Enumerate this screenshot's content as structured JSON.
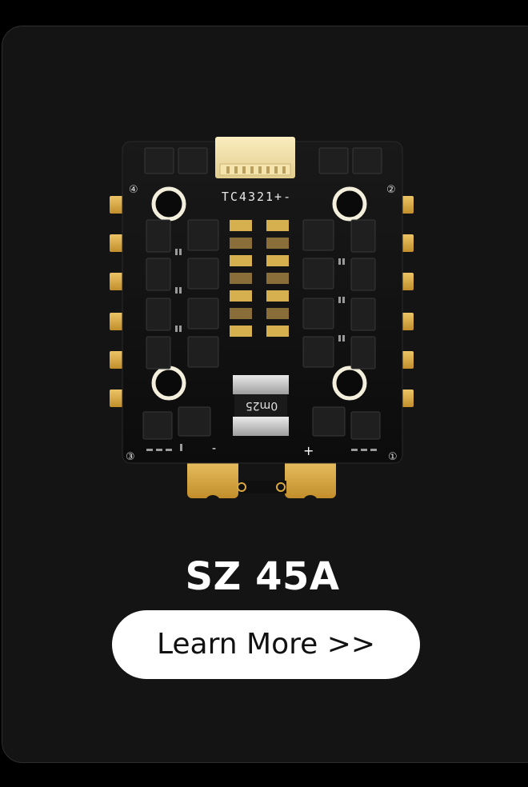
{
  "product": {
    "name": "SZ 45A",
    "board": {
      "connector_label": "TC4321+-",
      "shunt_label": "0m25",
      "motor_markers": [
        "④",
        "②",
        "③",
        "①"
      ],
      "pad_minus": "-",
      "pad_plus": "+"
    }
  },
  "cta": {
    "label": "Learn More >>"
  },
  "colors": {
    "page_background": "#000000",
    "card_background": "#141414",
    "board": "#0f0f0f",
    "gold_pad": "#d9a93e",
    "button": "#ffffff"
  }
}
